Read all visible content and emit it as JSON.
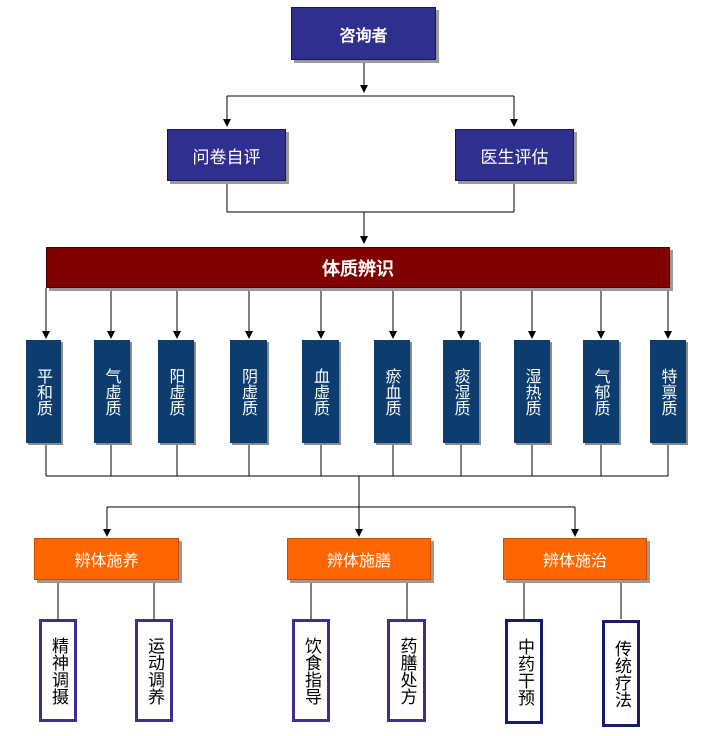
{
  "root": "咨询者",
  "assess": [
    "问卷自评",
    "医生评估"
  ],
  "identify": "体质辨识",
  "types": [
    "平和质",
    "气虚质",
    "阳虚质",
    "阴虚质",
    "血虚质",
    "瘀血质",
    "痰湿质",
    "湿热质",
    "气郁质",
    "特禀质"
  ],
  "categories": [
    {
      "label": "辨体施养",
      "children": [
        "精神调摄",
        "运动调养"
      ]
    },
    {
      "label": "辨体施膳",
      "children": [
        "饮食指导",
        "药膳处方"
      ]
    },
    {
      "label": "辨体施治",
      "children": [
        "中药干预",
        "传统疗法"
      ]
    }
  ],
  "colors": {
    "navy": "#2e2f8e",
    "maroon": "#800000",
    "type_blue": "#0d3d6e",
    "orange": "#ff6600",
    "leaf_border": "#3b2f8f"
  }
}
